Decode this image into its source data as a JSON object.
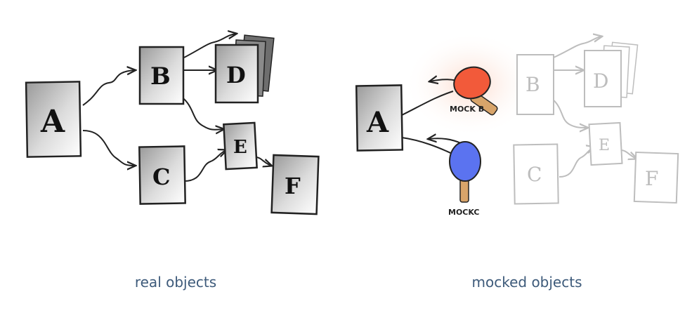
{
  "real": {
    "caption": "real objects",
    "nodes": {
      "A": "A",
      "B": "B",
      "C": "C",
      "D": "D",
      "E": "E",
      "F": "F"
    }
  },
  "mocked": {
    "caption": "mocked objects",
    "nodes": {
      "A": "A",
      "B": "B",
      "C": "C",
      "D": "D",
      "E": "E",
      "F": "F"
    },
    "mock_b_label": "MOCK B",
    "mock_c_label": "MOCKC"
  },
  "colors": {
    "mock_b": "#f25a3a",
    "mock_c": "#5b73f0",
    "handle": "#d8a46a",
    "caption": "#3d5a7a"
  }
}
